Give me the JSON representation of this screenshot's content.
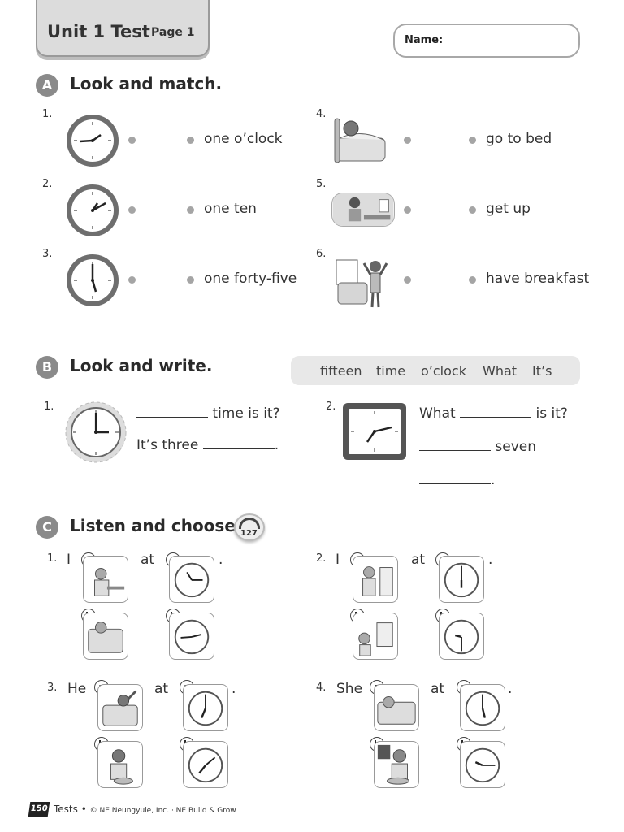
{
  "header": {
    "title": "Unit 1 Test",
    "page": "Page 1"
  },
  "name_label": "Name:",
  "sectionA": {
    "badge": "A",
    "title": "Look and match.",
    "left_numbers": [
      "1.",
      "2.",
      "3."
    ],
    "right_numbers": [
      "4.",
      "5.",
      "6."
    ],
    "times": [
      "one o’clock",
      "one ten",
      "one forty-five"
    ],
    "activities": [
      "go to bed",
      "get up",
      "have breakfast"
    ]
  },
  "sectionB": {
    "badge": "B",
    "title": "Look and write.",
    "word_bank": [
      "fifteen",
      "time",
      "o’clock",
      "What",
      "It’s"
    ],
    "q1_number": "1.",
    "q1_line1": "time is it?",
    "q1_line2": "It’s three",
    "q1_end": ".",
    "q2_number": "2.",
    "q2_line1a": "What",
    "q2_line1b": "is it?",
    "q2_line2": "seven",
    "q2_end": "."
  },
  "sectionC": {
    "badge": "C",
    "title": "Listen and choose.",
    "track": "127",
    "items": [
      {
        "num": "1.",
        "subject": "I",
        "at": "at",
        "end": "."
      },
      {
        "num": "2.",
        "subject": "I",
        "at": "at",
        "end": "."
      },
      {
        "num": "3.",
        "subject": "He",
        "at": "at",
        "end": "."
      },
      {
        "num": "4.",
        "subject": "She",
        "at": "at",
        "end": "."
      }
    ],
    "option_a": "a",
    "option_b": "b"
  },
  "footer": {
    "page_number": "150",
    "label": "Tests",
    "copyright": "© NE Neungyule, Inc. · NE Build & Grow"
  },
  "colors": {
    "badge": "#8a8a8a",
    "dot": "#a5a5a5",
    "bank_bg": "#e8e8e8"
  }
}
